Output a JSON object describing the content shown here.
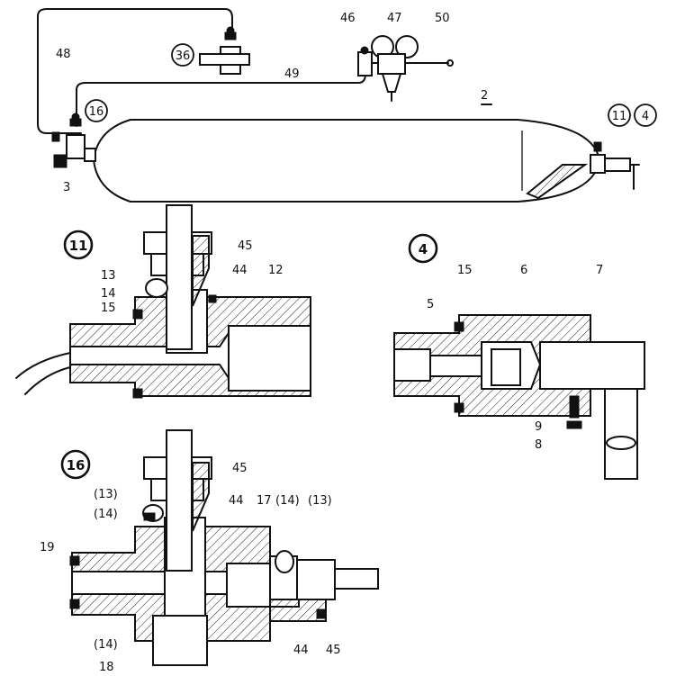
{
  "overview": {
    "labels": {
      "l48": "48",
      "l36": "36",
      "l49": "49",
      "l46": "46",
      "l47": "47",
      "l50": "50",
      "l2": "2",
      "l16": "16",
      "l3": "3",
      "l11": "11",
      "l4": "4"
    }
  },
  "detail_11": {
    "title": "11",
    "labels": {
      "l45": "45",
      "l44": "44",
      "l12": "12",
      "l13": "13",
      "l14": "14",
      "l15": "15"
    }
  },
  "detail_4": {
    "title": "4",
    "labels": {
      "l15": "15",
      "l5": "5",
      "l6": "6",
      "l7": "7",
      "l9": "9",
      "l8": "8"
    }
  },
  "detail_16": {
    "title": "16",
    "labels": {
      "l45a": "45",
      "l13a": "(13)",
      "l14a": "(14)",
      "l44a": "44",
      "l17": "17",
      "l14b": "(14)",
      "l13b": "(13)",
      "l19": "19",
      "l14c": "(14)",
      "l18": "18",
      "l44b": "44",
      "l45b": "45"
    }
  }
}
